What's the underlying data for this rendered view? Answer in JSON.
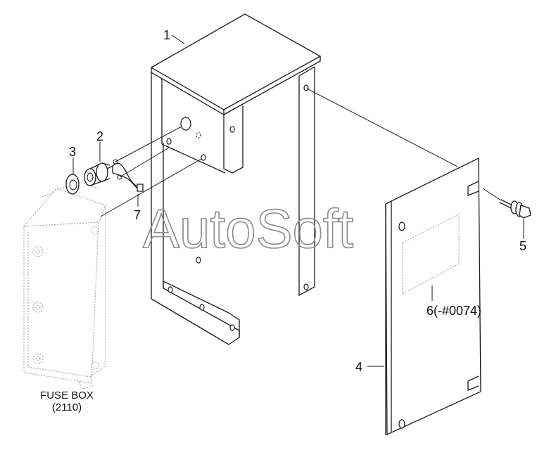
{
  "watermark": "AutoSoft",
  "callouts": [
    {
      "id": "1",
      "text": "1"
    },
    {
      "id": "2",
      "text": "2"
    },
    {
      "id": "3",
      "text": "3"
    },
    {
      "id": "4",
      "text": "4"
    },
    {
      "id": "5",
      "text": "5"
    },
    {
      "id": "6",
      "text": "6(-#0074)"
    },
    {
      "id": "7",
      "text": "7"
    }
  ],
  "fuse_box": {
    "line1": "FUSE BOX",
    "line2": "(2110)"
  }
}
